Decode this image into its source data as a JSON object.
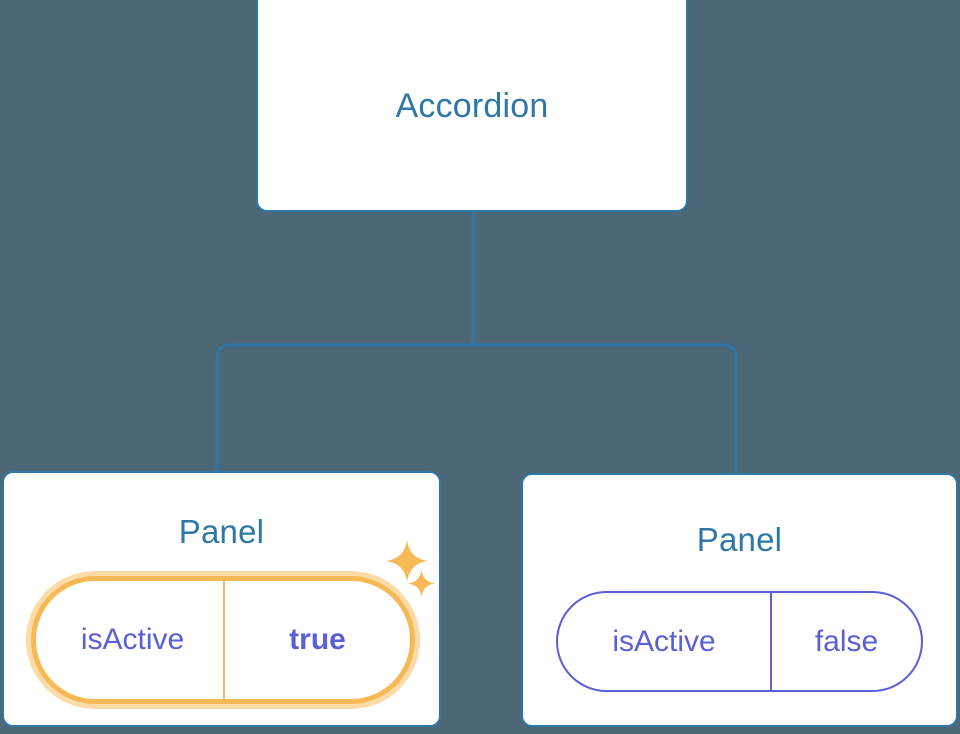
{
  "diagram": {
    "type": "component-tree",
    "background_color": "#4c6775",
    "accent_color": "#2e77a6",
    "prop_color": "#5b5fd4",
    "highlight_color": "#f7b955",
    "highlight_glow_color": "#fbdca8",
    "root": {
      "title": "Accordion"
    },
    "children": [
      {
        "title": "Panel",
        "highlighted": true,
        "props": [
          {
            "name": "isActive",
            "value": "true",
            "emphasis": "bold"
          }
        ],
        "decorations": [
          "sparkle-icon",
          "sparkle-icon"
        ]
      },
      {
        "title": "Panel",
        "highlighted": false,
        "props": [
          {
            "name": "isActive",
            "value": "false",
            "emphasis": "normal"
          }
        ],
        "decorations": []
      }
    ]
  }
}
